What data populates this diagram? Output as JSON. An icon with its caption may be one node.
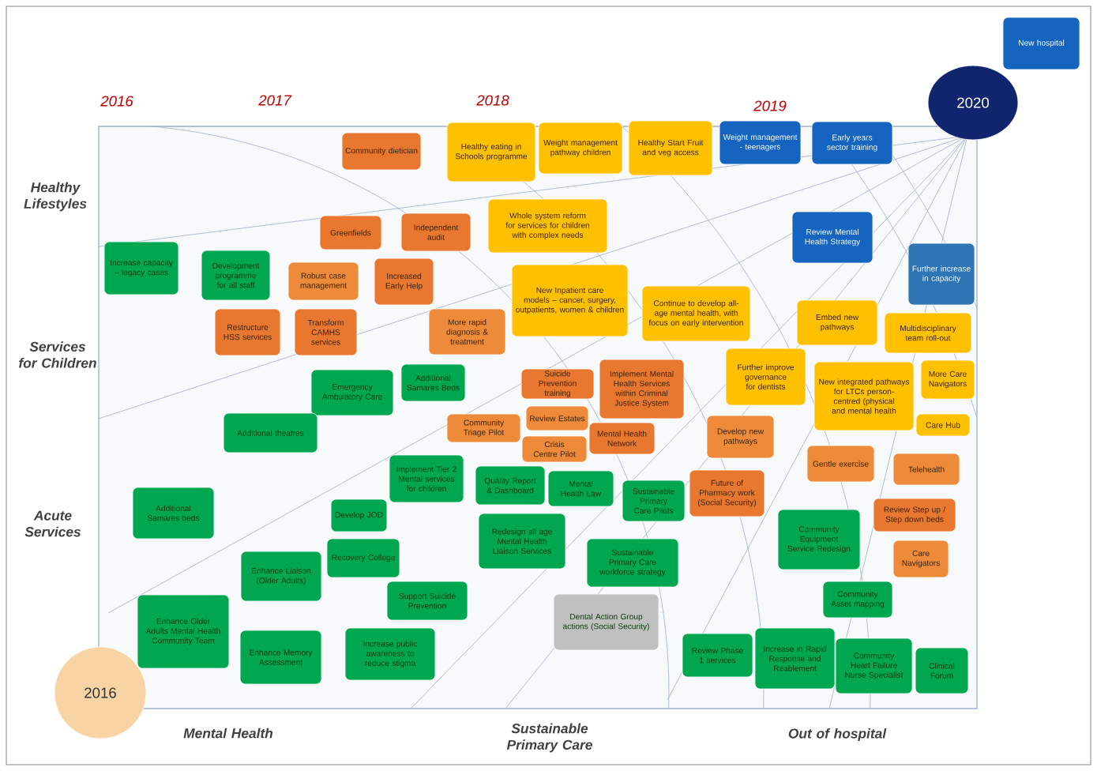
{
  "diagram": {
    "nodes": [
      {
        "text": [
          "New hospital"
        ]
      },
      {
        "text": [
          "2020"
        ]
      },
      {
        "text": [
          "2016"
        ]
      },
      {
        "text": [
          "Community dietician"
        ]
      },
      {
        "text": [
          "Healthy eating in Schools programme"
        ]
      },
      {
        "text": [
          "Weight management pathway children"
        ]
      },
      {
        "text": [
          "Healthy Start Fruit and veg access"
        ]
      },
      {
        "text": [
          "Weight management - teenagers"
        ]
      },
      {
        "text": [
          "Early years sector training"
        ]
      },
      {
        "text": [
          "Greenfields"
        ]
      },
      {
        "text": [
          "Independent audit"
        ]
      },
      {
        "text": [
          "Whole system reform for services for children with complex needs"
        ]
      },
      {
        "text": [
          "Review Mental Health Strategy"
        ]
      },
      {
        "text": [
          "Further increase in capacity"
        ]
      },
      {
        "text": [
          "Increase capacity – legacy cases"
        ]
      },
      {
        "text": [
          "Development programme for all staff"
        ]
      },
      {
        "text": [
          "Robust case management"
        ]
      },
      {
        "text": [
          "Increased Early Help"
        ]
      },
      {
        "text": [
          "New Inpatient care models – cancer, surgery, outpatients, women & children"
        ]
      },
      {
        "text": [
          "Continue to develop all-age mental health, with focus on early intervention"
        ]
      },
      {
        "text": [
          "Embed new pathways"
        ]
      },
      {
        "text": [
          "Multidisciplinary team roll-out"
        ]
      },
      {
        "text": [
          "Restructure HSS services"
        ]
      },
      {
        "text": [
          "Transform CAMHS services"
        ]
      },
      {
        "text": [
          "More rapid diagnosis & treatment"
        ]
      },
      {
        "text": [
          "Emergency Ambulatory Care"
        ]
      },
      {
        "text": [
          "Additional Samares Beds"
        ]
      },
      {
        "text": [
          "Suicide Prevention training"
        ]
      },
      {
        "text": [
          "Implement Mental Health Services within Criminal Justice System"
        ]
      },
      {
        "text": [
          "Further improve governance for dentists"
        ]
      },
      {
        "text": [
          "New integrated pathways for LTCs person-centred (physical and mental health"
        ]
      },
      {
        "text": [
          "More Care Navigators"
        ]
      },
      {
        "text": [
          "Additional theatres"
        ]
      },
      {
        "text": [
          "Community Triage Pilot"
        ]
      },
      {
        "text": [
          "Review Estates"
        ]
      },
      {
        "text": [
          "Crisis Centre Pilot"
        ]
      },
      {
        "text": [
          "Mental Health Network"
        ]
      },
      {
        "text": [
          "Develop new pathways"
        ]
      },
      {
        "text": [
          "Care Hub"
        ]
      },
      {
        "text": [
          "Gentle exercise"
        ]
      },
      {
        "text": [
          "Telehealth"
        ]
      },
      {
        "text": [
          "Additional Samares beds"
        ]
      },
      {
        "text": [
          "Implement Tier 2 Mental services for children"
        ]
      },
      {
        "text": [
          "Quality Report & Dashboard"
        ]
      },
      {
        "text": [
          "Mental Health Law"
        ]
      },
      {
        "text": [
          "Sustainable Primary Care Pilots"
        ]
      },
      {
        "text": [
          "Future of Pharmacy work (Social Security)"
        ]
      },
      {
        "text": [
          "Review Step up / Step down beds"
        ]
      },
      {
        "text": [
          "Develop JOD"
        ]
      },
      {
        "text": [
          "Redesign all age Mental Health Liaison Services"
        ]
      },
      {
        "text": [
          "Community Equipment Service Redesign"
        ]
      },
      {
        "text": [
          "Care Navigators"
        ]
      },
      {
        "text": [
          "Recovery College"
        ]
      },
      {
        "text": [
          "Enhance Liaison (Older Adults)"
        ]
      },
      {
        "text": [
          "Sustainable Primary Care workforce strategy"
        ]
      },
      {
        "text": [
          "Support Suicide Prevention"
        ]
      },
      {
        "text": [
          "Dental Action Group actions (Social Security)"
        ]
      },
      {
        "text": [
          "Community Asset mapping"
        ]
      },
      {
        "text": [
          "Enhance Older Adults Mental Health Community Team"
        ]
      },
      {
        "text": [
          "Enhance Memory Assessment"
        ]
      },
      {
        "text": [
          "Increase public awareness to reduce stigma"
        ]
      },
      {
        "text": [
          "Review Phase 1 services"
        ]
      },
      {
        "text": [
          "Increase in Rapid Response and Reablement"
        ]
      },
      {
        "text": [
          "Community Heart Failure Nurse Specialist"
        ]
      },
      {
        "text": [
          "Clinical Forum"
        ]
      }
    ],
    "labels": [
      "2016",
      "2017",
      "2018",
      "2019",
      "Healthy Lifestyles",
      "Services for Children",
      "Acute Services",
      "Mental Health",
      "Sustainable Primary Care",
      "Out of hospital"
    ]
  }
}
